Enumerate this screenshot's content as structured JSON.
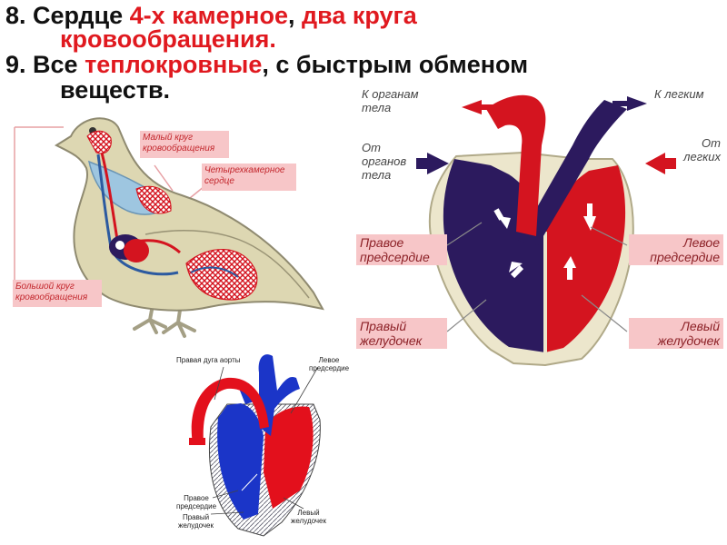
{
  "heading": {
    "line8_num": "8. Сердце ",
    "line8_red1": "4-х камерное",
    "line8_sep": ", ",
    "line8_red2": "два круга",
    "line8_red3": "кровообращения.",
    "line9_num": "9. Все ",
    "line9_red": "теплокровные",
    "line9_rest": ",  с быстрым обменом",
    "line9_cont": "веществ."
  },
  "bird_labels": {
    "small_circle_1": "Малый круг",
    "small_circle_2": "кровообращения",
    "four_chamber_1": "Четырехкамерное",
    "four_chamber_2": "сердце",
    "big_circle_1": "Большой круг",
    "big_circle_2": "кровообращения"
  },
  "heart_labels": {
    "to_organs_1": "К органам",
    "to_organs_2": "тела",
    "to_lungs": "К легким",
    "from_organs_1": "От",
    "from_organs_2": "органов",
    "from_organs_3": "тела",
    "from_lungs_1": "От",
    "from_lungs_2": "легких",
    "right_atrium_1": "Правое",
    "right_atrium_2": "предсердие",
    "left_atrium_1": "Левое",
    "left_atrium_2": "предсердие",
    "right_ventricle_1": "Правый",
    "right_ventricle_2": "желудочек",
    "left_ventricle_1": "Левый",
    "left_ventricle_2": "желудочек"
  },
  "small_heart_labels": {
    "right_aortic_arch": "Правая дуга аорты",
    "left_atrium_1": "Левое",
    "left_atrium_2": "предсердие",
    "right_atrium_1": "Правое",
    "right_atrium_2": "предсердие",
    "right_ventricle_1": "Правый",
    "right_ventricle_2": "желудочек",
    "left_ventricle_1": "Левый",
    "left_ventricle_2": "желудочек"
  },
  "colors": {
    "arterial_red": "#d4141f",
    "venous_blue": "#2c1a5e",
    "label_bg": "#f7c6c8",
    "bird_body": "#ded8b4",
    "small_heart_blue": "#1b35c8",
    "small_heart_red": "#e3101c"
  }
}
